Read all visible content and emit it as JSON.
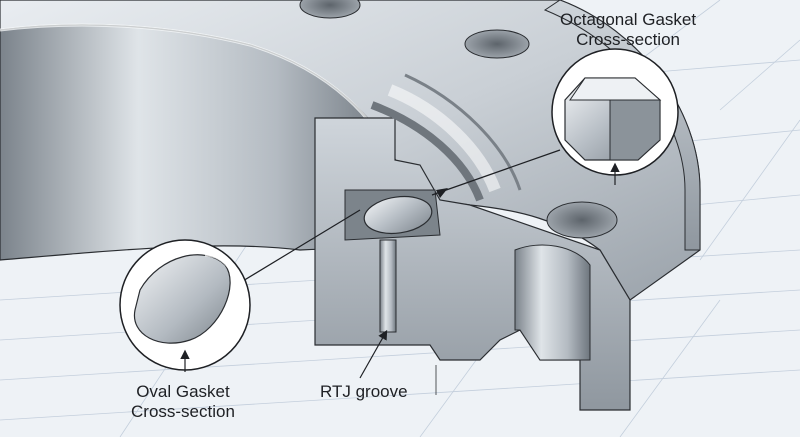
{
  "labels": {
    "octagonal_line1": "Octagonal Gasket",
    "octagonal_line2": "Cross-section",
    "oval_line1": "Oval Gasket",
    "oval_line2": "Cross-section",
    "rtj_groove": "RTJ groove"
  },
  "colors": {
    "background": "#eef2f6",
    "grid_line": "#b9c6d6",
    "steel_light": "#d9dee3",
    "steel_mid": "#a9b0b8",
    "steel_dark": "#6c7379",
    "outline": "#2a2d31",
    "text": "#1e2024"
  }
}
